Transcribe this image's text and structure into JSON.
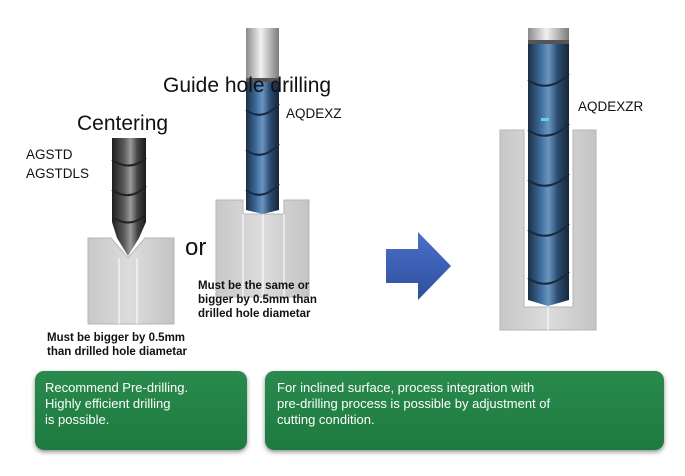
{
  "centering": {
    "title": "Centering",
    "tools": [
      "AGSTD",
      "AGSTDLS"
    ],
    "note_lines": [
      "Must be bigger by 0.5mm",
      "than drilled hole diametar"
    ]
  },
  "guide_hole": {
    "title": "Guide hole drilling",
    "tool": "AQDEXZ",
    "note_lines": [
      "Must be the same or",
      "bigger by 0.5mm than",
      "drilled hole diametar"
    ]
  },
  "or_text": "or",
  "result": {
    "tool": "AQDEXZR"
  },
  "boxes": [
    {
      "lines": [
        "Recommend Pre-drilling.",
        "Highly efficient drilling",
        "is possible."
      ]
    },
    {
      "lines": [
        "For inclined surface, process integration with",
        "pre-drilling process is possible by adjustment of",
        "cutting condition."
      ]
    }
  ],
  "colors": {
    "box_green": "#237f45",
    "arrow_blue": "#3a5db3",
    "block_gray": "#d3d3d3",
    "drill_dark": "#3a3a3a",
    "drill_blue": "#355e8c"
  }
}
